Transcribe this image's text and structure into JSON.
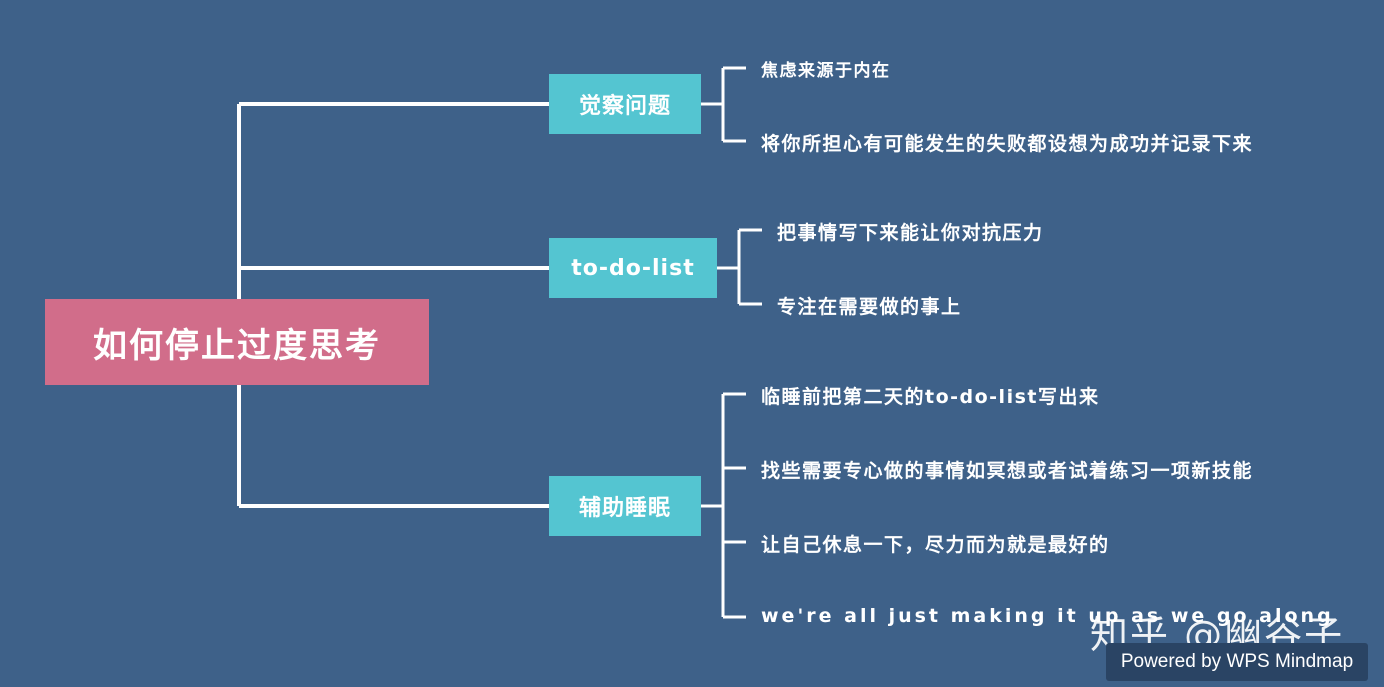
{
  "root": {
    "label": "如何停止过度思考"
  },
  "branches": [
    {
      "label": "觉察问题",
      "items": [
        "焦虑来源于内在",
        "将你所担心有可能发生的失败都设想为成功并记录下来"
      ]
    },
    {
      "label": "to-do-list",
      "items": [
        "把事情写下来能让你对抗压力",
        "专注在需要做的事上"
      ]
    },
    {
      "label": "辅助睡眠",
      "items": [
        "临睡前把第二天的to-do-list写出来",
        "找些需要专心做的事情如冥想或者试着练习一项新技能",
        "让自己休息一下，尽力而为就是最好的",
        "we're all just making it up as we go along"
      ]
    }
  ],
  "watermark": "知乎 @幽谷子",
  "badge": "Powered by WPS Mindmap",
  "colors": {
    "background": "#3e6189",
    "root": "#d16d8a",
    "branch": "#54c5d1",
    "connector": "#ffffff"
  }
}
